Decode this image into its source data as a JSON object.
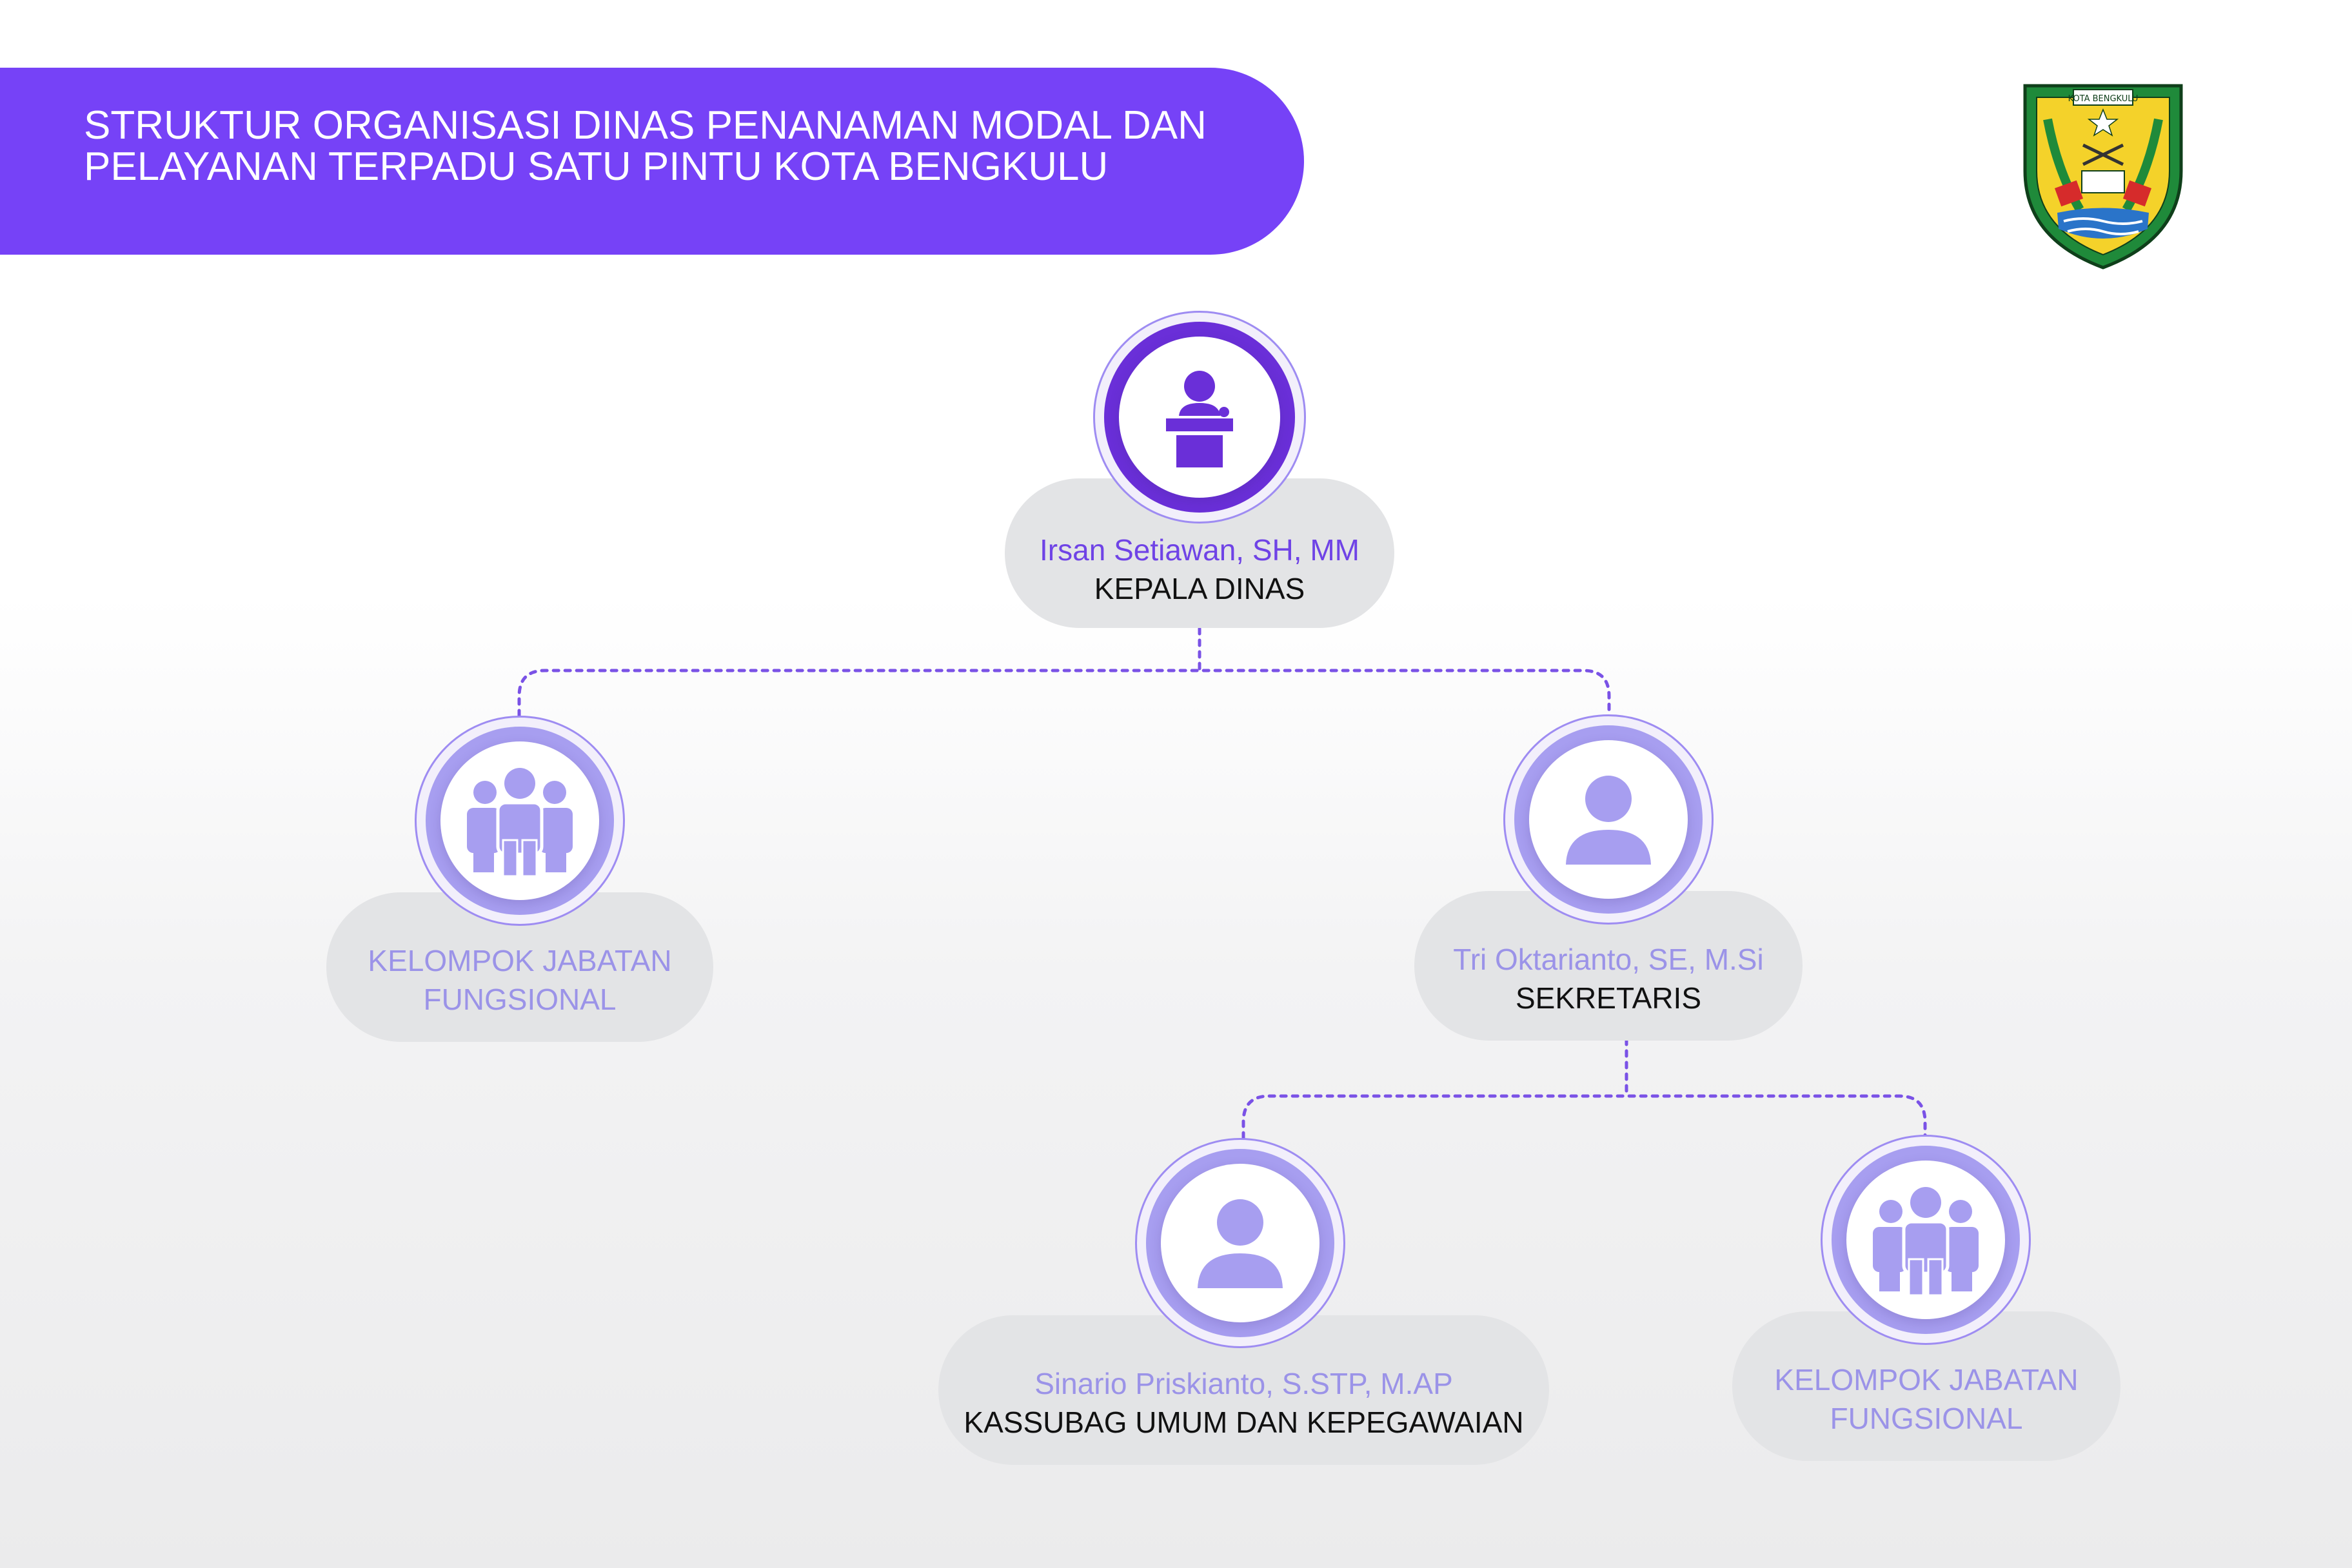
{
  "header": {
    "title_line1": "STRUKTUR ORGANISASI DINAS PENANAMAN MODAL DAN",
    "title_line2": "PELAYANAN TERPADU SATU PINTU KOTA BENGKULU",
    "emblem_text": "KOTA BENGKULU"
  },
  "colors": {
    "banner": "#7642f7",
    "primary_purple": "#6f43e6",
    "light_purple": "#a79ef0",
    "pill_gray": "#e3e4e6",
    "connector": "#7a52e6"
  },
  "nodes": {
    "head": {
      "name": "Irsan Setiawan, SH, MM",
      "role": "KEPALA DINAS",
      "icon": "speaker-podium-icon"
    },
    "functional_left": {
      "line1": "KELOMPOK JABATAN",
      "line2": "FUNGSIONAL",
      "icon": "group-icon"
    },
    "secretary": {
      "name": "Tri Oktarianto, SE, M.Si",
      "role": "SEKRETARIS",
      "icon": "person-icon"
    },
    "kassubag": {
      "name": "Sinario Priskianto, S.STP, M.AP",
      "role": "KASSUBAG UMUM DAN KEPEGAWAIAN",
      "icon": "person-icon"
    },
    "functional_right": {
      "line1": "KELOMPOK JABATAN",
      "line2": "FUNGSIONAL",
      "icon": "group-icon"
    }
  }
}
